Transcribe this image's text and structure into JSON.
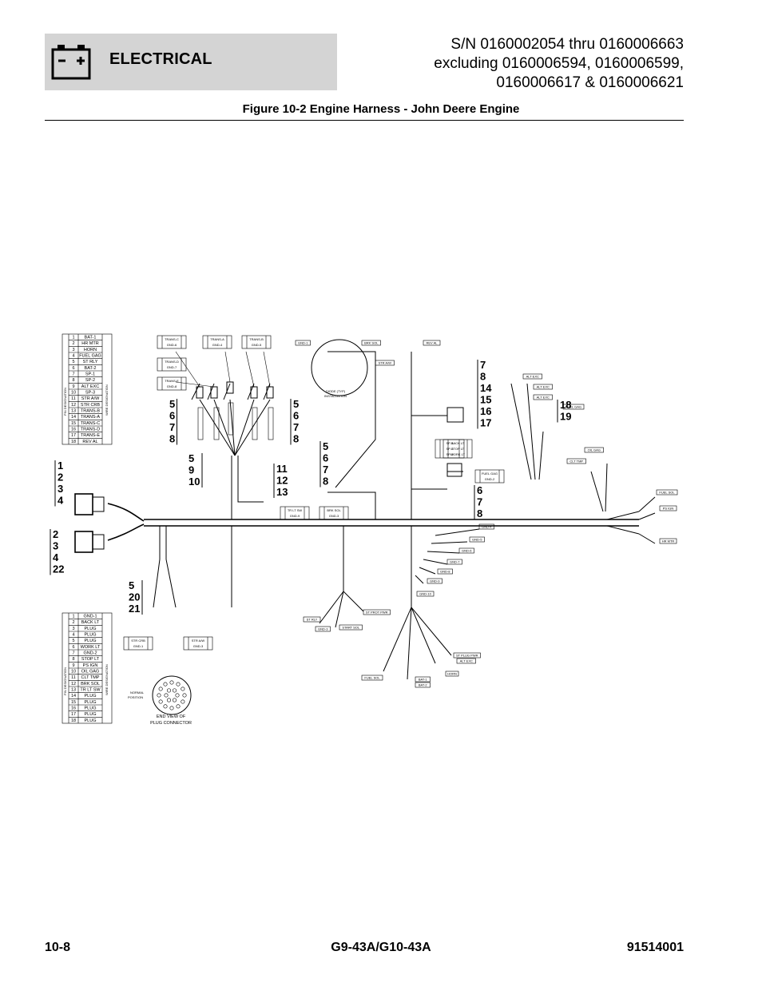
{
  "header": {
    "section": "ELECTRICAL",
    "icon": "battery-icon",
    "sn_lines": [
      "S/N 0160002054 thru 0160006663",
      "excluding 0160006594, 0160006599,",
      "0160006617 & 0160006621"
    ],
    "figure_title": "Figure 10-2 Engine Harness - John Deere Engine"
  },
  "callouts": [
    {
      "id": "c1",
      "lines": [
        "1",
        "2",
        "3",
        "4"
      ]
    },
    {
      "id": "c2",
      "lines": [
        "2",
        "3",
        "4",
        "22"
      ]
    },
    {
      "id": "c3",
      "lines": [
        "5",
        "6",
        "7",
        "8"
      ]
    },
    {
      "id": "c4",
      "lines": [
        "5",
        "6",
        "7",
        "8"
      ]
    },
    {
      "id": "c5",
      "lines": [
        "5",
        "9",
        "10"
      ]
    },
    {
      "id": "c6",
      "lines": [
        "11",
        "12",
        "13"
      ]
    },
    {
      "id": "c7",
      "lines": [
        "5",
        "6",
        "7",
        "8"
      ]
    },
    {
      "id": "c8",
      "lines": [
        "7",
        "8",
        "14",
        "15",
        "16",
        "17"
      ]
    },
    {
      "id": "c9",
      "lines": [
        "18",
        "19"
      ]
    },
    {
      "id": "c10",
      "lines": [
        "6",
        "7",
        "8"
      ]
    },
    {
      "id": "c11",
      "lines": [
        "5",
        "20",
        "21"
      ]
    }
  ],
  "pin_table_1": {
    "side_left": "PIN DESIGNATION",
    "side_right": "WIRE DESIGNATION",
    "rows": [
      [
        "1",
        "BAT-1"
      ],
      [
        "2",
        "HR MTR"
      ],
      [
        "3",
        "HORN"
      ],
      [
        "4",
        "FUEL GAG"
      ],
      [
        "5",
        "ST RLY"
      ],
      [
        "6",
        "BAT-2"
      ],
      [
        "7",
        "SP-1"
      ],
      [
        "8",
        "SP-2"
      ],
      [
        "9",
        "ALT EXC"
      ],
      [
        "10",
        "SP-3"
      ],
      [
        "11",
        "STR A/W"
      ],
      [
        "12",
        "STR CRB"
      ],
      [
        "13",
        "TRANS-B"
      ],
      [
        "14",
        "TRANS-A"
      ],
      [
        "15",
        "TRANS-C"
      ],
      [
        "16",
        "TRANS-D"
      ],
      [
        "17",
        "TRANS-E"
      ],
      [
        "18",
        "REV AL"
      ]
    ]
  },
  "pin_table_2": {
    "side_left": "PIN DESIGNATION",
    "side_right": "WIRE DESIGNATION",
    "rows": [
      [
        "1",
        "GND-1"
      ],
      [
        "2",
        "BACK LT"
      ],
      [
        "3",
        "PLUG"
      ],
      [
        "4",
        "PLUG"
      ],
      [
        "5",
        "PLUG"
      ],
      [
        "6",
        "WORK LT"
      ],
      [
        "7",
        "GND-2"
      ],
      [
        "8",
        "STOP LT"
      ],
      [
        "9",
        "PS IGN"
      ],
      [
        "10",
        "OIL GAG"
      ],
      [
        "11",
        "CLT TMP"
      ],
      [
        "12",
        "BRK SOL"
      ],
      [
        "13",
        "TR LT SW"
      ],
      [
        "14",
        "PLUG"
      ],
      [
        "15",
        "PLUG"
      ],
      [
        "16",
        "PLUG"
      ],
      [
        "17",
        "PLUG"
      ],
      [
        "18",
        "PLUG"
      ]
    ]
  },
  "diode_label": [
    "DIODE (TYP)",
    "INSTALLATION"
  ],
  "plug_view": {
    "normal": [
      "NORMAL",
      "POSITION"
    ],
    "caption": [
      "END VIEW OF",
      "PLUG CONNECTOR"
    ]
  },
  "wire_tags": [
    "GND-1",
    "BRK SOL",
    "STR A/W",
    "REV AL",
    "ALT EXC",
    "ALT EXC",
    "ALT EXC",
    "FUEL GAG",
    "CLT TMP",
    "OIL GAG",
    "FUEL SOL",
    "PS IGN",
    "HR MTR",
    "GND-4",
    "GND-5",
    "GND-6",
    "GND-7",
    "GND-8",
    "GND-9",
    "GND-10",
    "ST RLY",
    "GND-3",
    "START SOL",
    "ST PROT PWR",
    "ST PLUG PWR",
    "ALT EXC",
    "FUEL SOL",
    "BAT-1",
    "BAT-2",
    "HORN"
  ],
  "connector_tags": [
    [
      "TRANS-A",
      "GND-4"
    ],
    [
      "TRANS-B",
      "GND-5"
    ],
    [
      "TRANS-C",
      "GND-6"
    ],
    [
      "TRANS-D",
      "GND-7"
    ],
    [
      "TRANS-E",
      "GND-8"
    ],
    [
      "TR LT SW",
      "GND-9"
    ],
    [
      "BRK SOL",
      "GND-3"
    ],
    [
      "BACK LT",
      "STOP LT",
      "WORK LT"
    ],
    [
      "FUEL GAG",
      "GND-2"
    ],
    [
      "STR CRB",
      "GND-1"
    ],
    [
      "STR A/W",
      "GND-3"
    ],
    [
      "SP-1",
      "SP-2",
      "SP-3"
    ]
  ],
  "footer": {
    "page": "10-8",
    "model": "G9-43A/G10-43A",
    "doc_no": "91514001"
  }
}
